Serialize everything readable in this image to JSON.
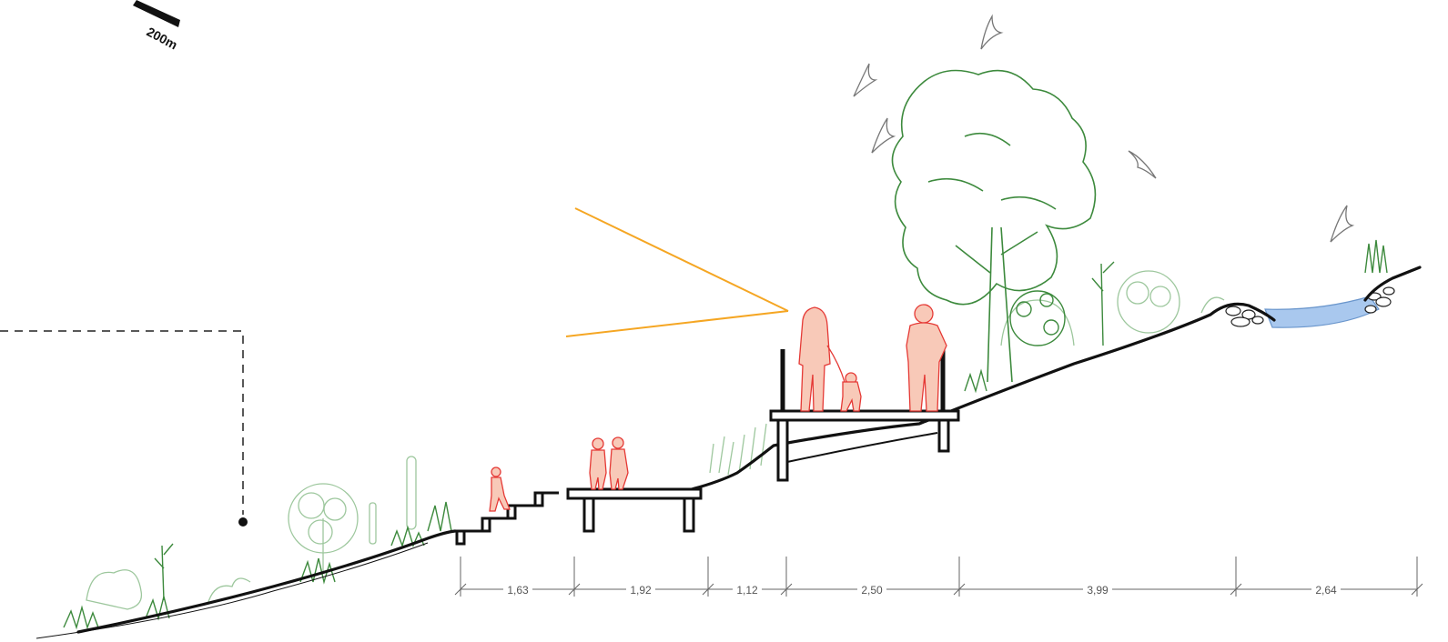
{
  "scale_bar": {
    "label": "200m"
  },
  "dimensions": [
    "1,63",
    "1,92",
    "1,12",
    "2,50",
    "3,99",
    "2,64"
  ],
  "colors": {
    "ground": "#111111",
    "vegetation_dark": "#3d8a3d",
    "vegetation_light": "#9dc79d",
    "people_fill": "#f8c9b8",
    "people_stroke": "#e53935",
    "view_lines": "#f5a623",
    "water": "#a9c8ee",
    "birds": "#777777",
    "dimension_line": "#666666"
  }
}
